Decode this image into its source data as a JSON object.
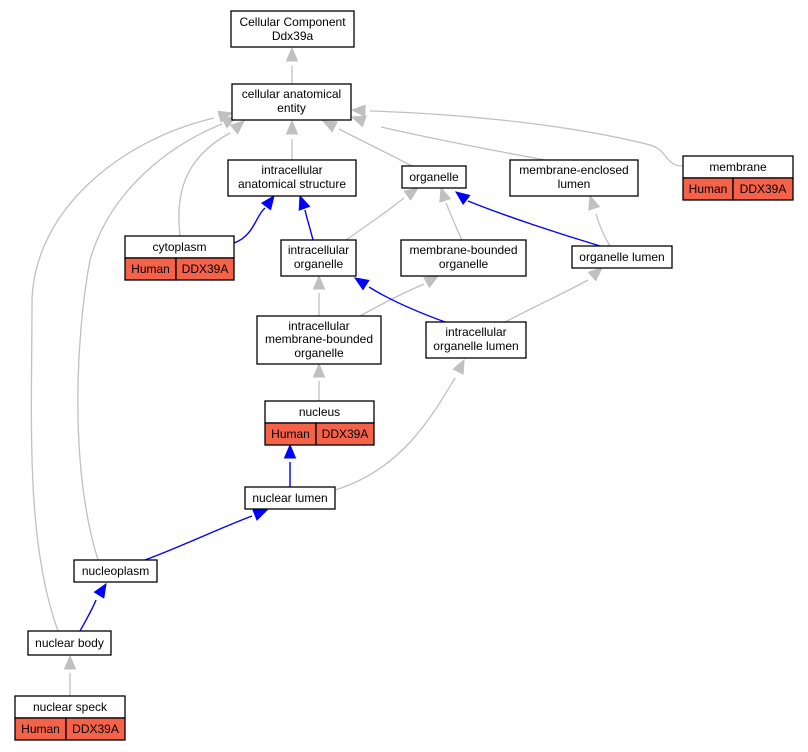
{
  "nodes": {
    "root": {
      "lines": [
        "Cellular Component",
        "Ddx39a"
      ]
    },
    "cae": {
      "lines": [
        "cellular anatomical",
        "entity"
      ]
    },
    "intracellular_as": {
      "lines": [
        "intracellular",
        "anatomical structure"
      ]
    },
    "organelle": {
      "lines": [
        "organelle"
      ]
    },
    "mem_enclosed": {
      "lines": [
        "membrane-enclosed",
        "lumen"
      ]
    },
    "membrane": {
      "lines": [
        "membrane"
      ],
      "tags": [
        "Human",
        "DDX39A"
      ]
    },
    "cytoplasm": {
      "lines": [
        "cytoplasm"
      ],
      "tags": [
        "Human",
        "DDX39A"
      ]
    },
    "intra_org": {
      "lines": [
        "intracellular",
        "organelle"
      ]
    },
    "mem_bounded": {
      "lines": [
        "membrane-bounded",
        "organelle"
      ]
    },
    "org_lumen": {
      "lines": [
        "organelle lumen"
      ]
    },
    "intra_mem_bounded": {
      "lines": [
        "intracellular",
        "membrane-bounded",
        "organelle"
      ]
    },
    "intra_org_lumen": {
      "lines": [
        "intracellular",
        "organelle lumen"
      ]
    },
    "nucleus": {
      "lines": [
        "nucleus"
      ],
      "tags": [
        "Human",
        "DDX39A"
      ]
    },
    "nuclear_lumen": {
      "lines": [
        "nuclear lumen"
      ]
    },
    "nucleoplasm": {
      "lines": [
        "nucleoplasm"
      ]
    },
    "nuclear_body": {
      "lines": [
        "nuclear body"
      ]
    },
    "nuclear_speck": {
      "lines": [
        "nuclear speck"
      ],
      "tags": [
        "Human",
        "DDX39A"
      ]
    }
  },
  "colors": {
    "tag_fill": "#f4624a",
    "edge_gray": "#c0c0c0",
    "edge_blue": "#0000ff"
  },
  "edges": [
    {
      "from": "cae",
      "to": "root",
      "color": "gray"
    },
    {
      "from": "intracellular_as",
      "to": "cae",
      "color": "gray"
    },
    {
      "from": "organelle",
      "to": "cae",
      "color": "gray"
    },
    {
      "from": "mem_enclosed",
      "to": "cae",
      "color": "gray"
    },
    {
      "from": "membrane",
      "to": "cae",
      "color": "gray"
    },
    {
      "from": "cytoplasm",
      "to": "cae",
      "color": "gray"
    },
    {
      "from": "nucleoplasm",
      "to": "cae",
      "color": "gray"
    },
    {
      "from": "nuclear_body",
      "to": "cae",
      "color": "gray"
    },
    {
      "from": "cytoplasm",
      "to": "intracellular_as",
      "color": "blue"
    },
    {
      "from": "intra_org",
      "to": "intracellular_as",
      "color": "blue"
    },
    {
      "from": "intra_org",
      "to": "organelle",
      "color": "gray"
    },
    {
      "from": "mem_bounded",
      "to": "organelle",
      "color": "gray"
    },
    {
      "from": "org_lumen",
      "to": "organelle",
      "color": "blue"
    },
    {
      "from": "org_lumen",
      "to": "mem_enclosed",
      "color": "gray"
    },
    {
      "from": "intra_mem_bounded",
      "to": "intra_org",
      "color": "gray"
    },
    {
      "from": "intra_mem_bounded",
      "to": "mem_bounded",
      "color": "gray"
    },
    {
      "from": "intra_org_lumen",
      "to": "intra_org",
      "color": "blue"
    },
    {
      "from": "intra_org_lumen",
      "to": "org_lumen",
      "color": "gray"
    },
    {
      "from": "nucleus",
      "to": "intra_mem_bounded",
      "color": "gray"
    },
    {
      "from": "nuclear_lumen",
      "to": "nucleus",
      "color": "blue"
    },
    {
      "from": "nuclear_lumen",
      "to": "intra_org_lumen",
      "color": "gray"
    },
    {
      "from": "nucleoplasm",
      "to": "nuclear_lumen",
      "color": "blue"
    },
    {
      "from": "nuclear_body",
      "to": "nucleoplasm",
      "color": "blue"
    },
    {
      "from": "nuclear_speck",
      "to": "nuclear_body",
      "color": "gray"
    }
  ]
}
